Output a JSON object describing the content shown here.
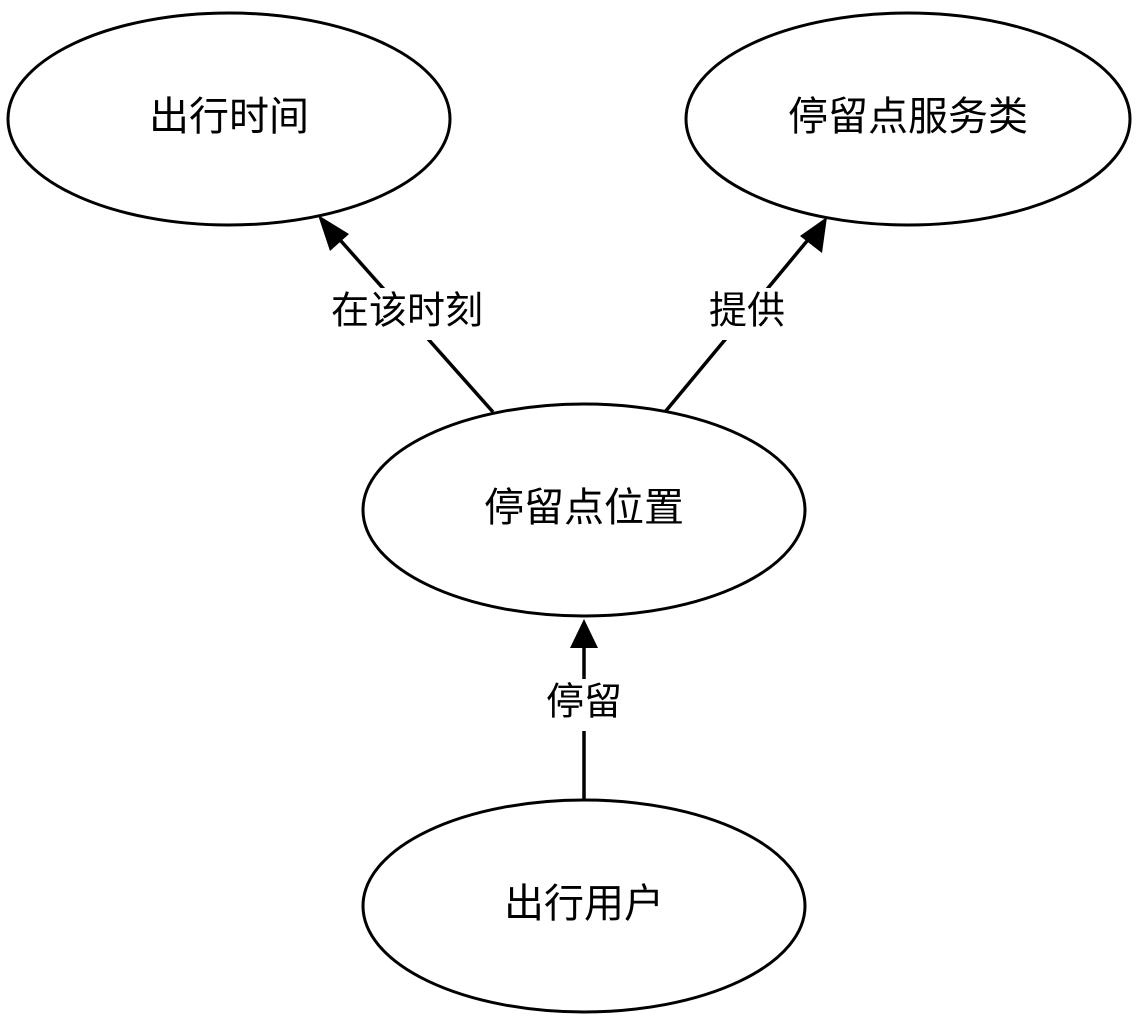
{
  "diagram": {
    "nodes": {
      "travel_time": {
        "label": "出行时间"
      },
      "stop_service": {
        "label": "停留点服务类"
      },
      "stop_location": {
        "label": "停留点位置"
      },
      "travel_user": {
        "label": "出行用户"
      }
    },
    "edges": {
      "at_time": {
        "label": "在该时刻"
      },
      "provides": {
        "label": "提供"
      },
      "stays": {
        "label": "停留"
      }
    }
  }
}
